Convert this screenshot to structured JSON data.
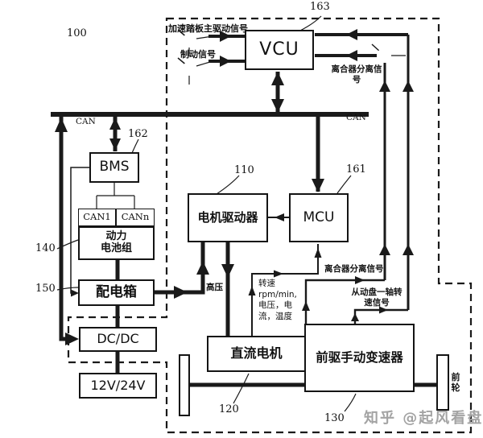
{
  "colors": {
    "line": "#1a1a1a",
    "watermark": "#a3a3a3",
    "background": "#ffffff"
  },
  "refs": {
    "system": "100",
    "vcu": "163",
    "bms": "162",
    "driver": "110",
    "mcu": "161",
    "battery": "140",
    "distribution": "150",
    "motor": "120",
    "transmission": "130"
  },
  "blocks": {
    "vcu": "VCU",
    "bms": "BMS",
    "can1": "CAN1",
    "cann": "CANn",
    "battery_l1": "动力",
    "battery_l2": "电池组",
    "distribution": "配电箱",
    "dcdc": "DC/DC",
    "lv_battery": "12V/24V",
    "driver": "电机驱动器",
    "mcu": "MCU",
    "motor": "直流电机",
    "transmission": "前驱手动变速器"
  },
  "signals": {
    "accelerator": "加速踏板主驱动信号",
    "brake": "制动信号",
    "clutch_top_l1": "离合器分离信",
    "clutch_top_l2": "号",
    "clutch_mid": "离合器分离信号",
    "shaft_speed_l1": "从动盘一轴转",
    "shaft_speed_l2": "速信号",
    "high_voltage": "高压",
    "feedback_l1": "转速",
    "feedback_l2": "rpm/min,",
    "feedback_l3": "电压，电",
    "feedback_l4": "流，温度",
    "can_left": "CAN",
    "can_right": "CAN",
    "front_wheel_l1": "前",
    "front_wheel_l2": "轮"
  },
  "watermark": "知乎 @起风看盘"
}
